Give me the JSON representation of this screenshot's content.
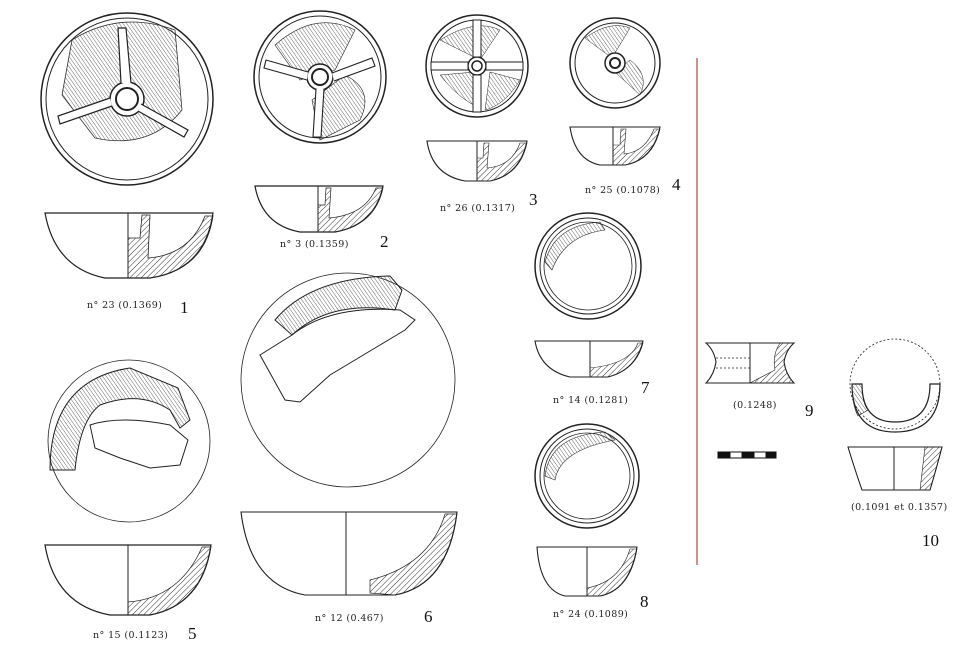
{
  "figures": [
    {
      "number": "1",
      "caption": "n° 23 (0.1369)"
    },
    {
      "number": "2",
      "caption": "n° 3 (0.1359)"
    },
    {
      "number": "3",
      "caption": "n° 26 (0.1317)"
    },
    {
      "number": "4",
      "caption": "n° 25 (0.1078)"
    },
    {
      "number": "5",
      "caption": "n° 15 (0.1123)"
    },
    {
      "number": "6",
      "caption": "n° 12 (0.467)"
    },
    {
      "number": "7",
      "caption": "n° 14 (0.1281)"
    },
    {
      "number": "8",
      "caption": "n° 24 (0.1089)"
    },
    {
      "number": "9",
      "caption": "(0.1248)"
    },
    {
      "number": "10",
      "caption": "(0.1091 et 0.1357)"
    }
  ],
  "colors": {
    "ink": "#222222",
    "divider": "#b04a3a"
  },
  "icons": {
    "scale_bar": "scale-bar-icon"
  }
}
